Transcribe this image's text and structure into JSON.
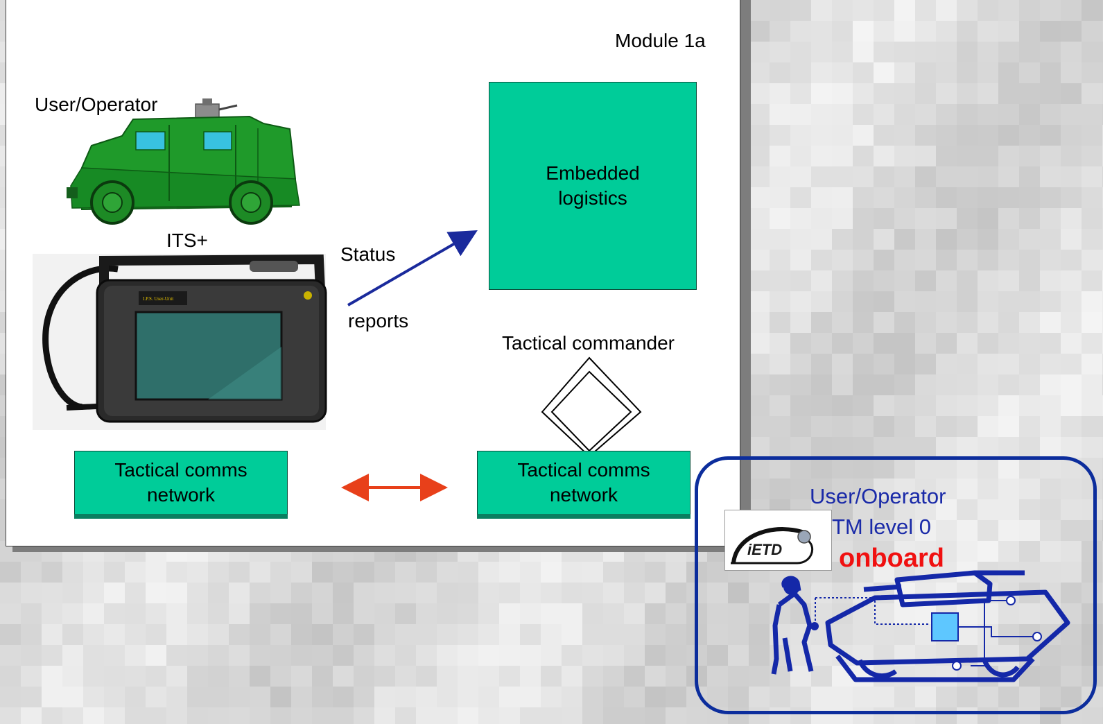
{
  "module_label": "Module 1a",
  "user_operator_label": "User/Operator",
  "device_label": "ITS+",
  "device_screen_label": "I.P.S. User-Unit",
  "status_label": "Status",
  "reports_label": "reports",
  "embedded_box": {
    "line1": "Embedded",
    "line2": "logistics"
  },
  "tactical_commander_label": "Tactical commander",
  "comms_left": {
    "line1": "Tactical comms",
    "line2": "network"
  },
  "comms_right": {
    "line1": "Tactical comms",
    "line2": "network"
  },
  "onboard_panel": {
    "line1": "User/Operator",
    "line2": "TM level 0",
    "line3": "onboard",
    "logo_text": "iETD"
  },
  "colors": {
    "box_fill": "#00cc99",
    "status_arrow": "#1a2a9c",
    "comms_arrow": "#e8401a",
    "panel_border": "#0c2d9c",
    "onboard_red": "#f01010",
    "vehicle_green": "#1f9a2a"
  }
}
